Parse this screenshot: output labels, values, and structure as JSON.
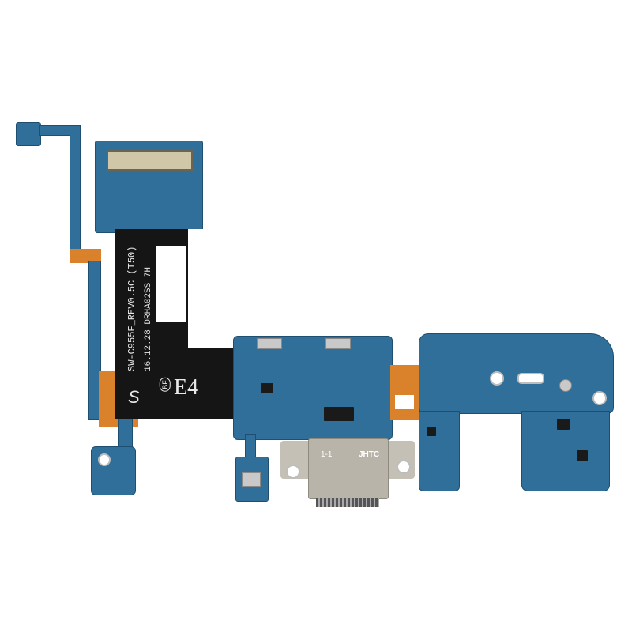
{
  "image": {
    "subject": "Charging port flex cable board",
    "background": "#ffffff",
    "colors": {
      "pcb_blue": "#2f6f9a",
      "flex_orange": "#d9822b",
      "stiffener_black": "#151515",
      "metal_connector": "#b8b4aa"
    }
  },
  "labels": {
    "model_line": "SW-C955F_REV0.5C (T50)",
    "date_line": "16.12.28 DRHA02SS 7H",
    "marking": "E4",
    "badge": "BF"
  },
  "connector": {
    "left_mark": "1-1'",
    "right_mark": "JHTC"
  }
}
